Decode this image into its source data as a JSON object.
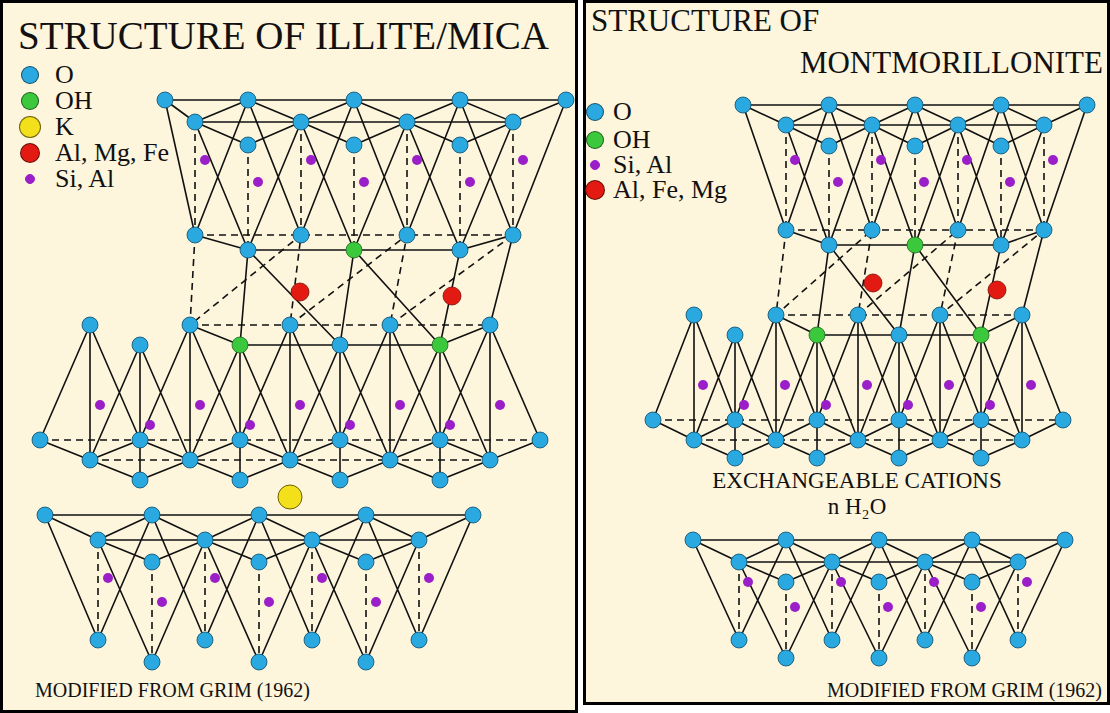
{
  "diagram": {
    "nodes": [
      {
        "text": [
          "STRUCTURE OF ILLITE/MICA",
          "MODIFIED FROM GRIM (1962)"
        ]
      },
      {
        "text": [
          "STRUCTURE OF MONTMORILLONITE",
          "MODIFIED FROM GRIM (1962)"
        ]
      }
    ],
    "labels": [
      "EXCHANGEABLE CATIONS",
      "n H₂O"
    ],
    "legend": [
      {
        "text": "O",
        "color": "#29a9e0"
      },
      {
        "text": "OH",
        "color": "#3cc83c"
      },
      {
        "text": "K",
        "color": "#f3e01b"
      },
      {
        "text": "Al, Mg, Fe",
        "color": "#e21a12"
      },
      {
        "text": "Si, Al",
        "color": "#9b1fc8"
      },
      {
        "text": "O",
        "color": "#29a9e0"
      },
      {
        "text": "OH",
        "color": "#3cc83c"
      },
      {
        "text": "Si, Al",
        "color": "#9b1fc8"
      },
      {
        "text": "Al, Fe, Mg",
        "color": "#e21a12"
      }
    ]
  }
}
